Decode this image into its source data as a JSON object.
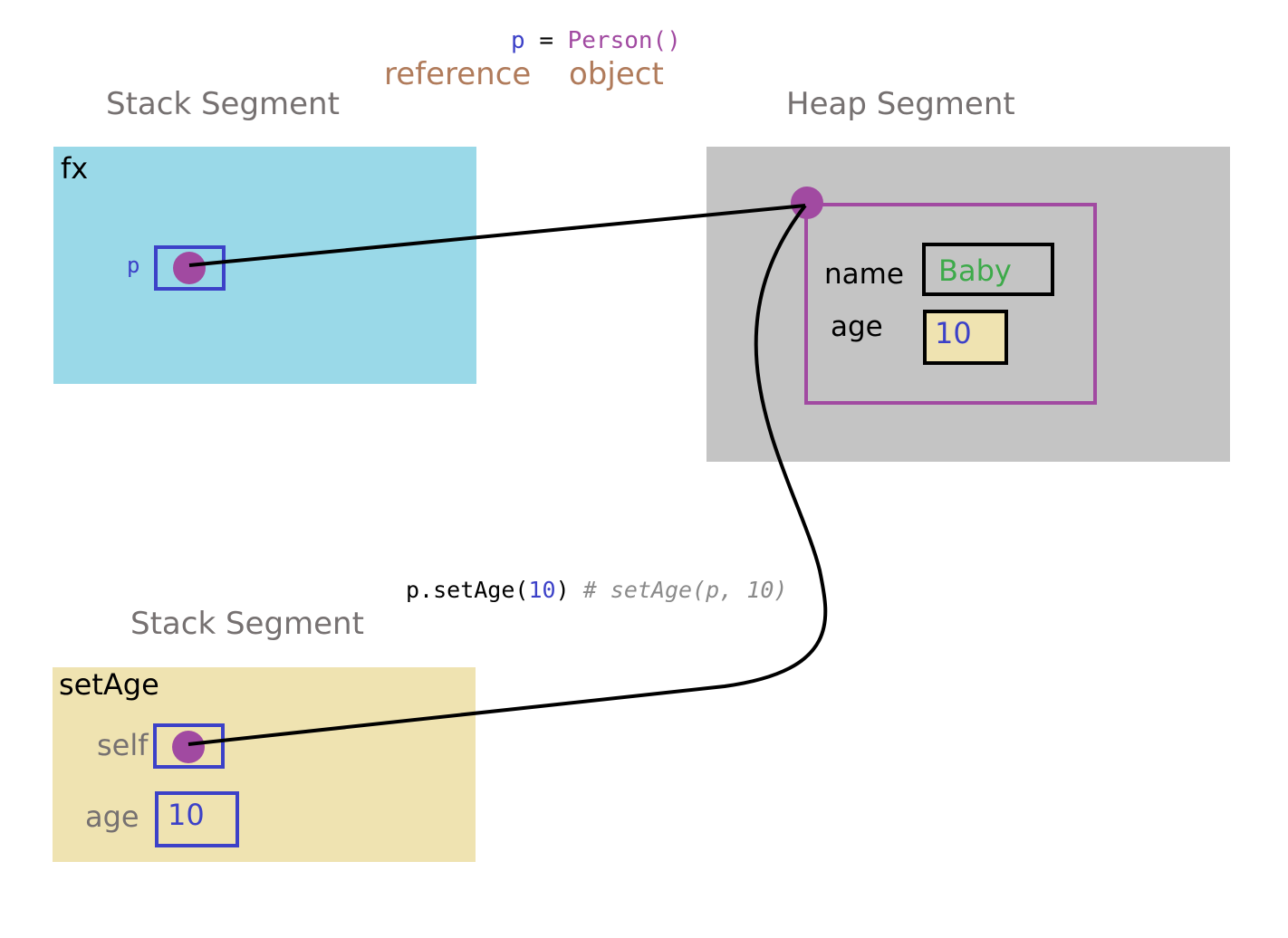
{
  "code_top": {
    "var": "p",
    "op": "=",
    "call": "Person()"
  },
  "annotations": {
    "reference": "reference",
    "object": "object"
  },
  "stack_top": {
    "title": "Stack Segment",
    "frame": "fx",
    "var_label": "p"
  },
  "heap": {
    "title": "Heap Segment",
    "fields": [
      {
        "label": "name",
        "value": "Baby"
      },
      {
        "label": "age",
        "value": "10"
      }
    ]
  },
  "call_line": {
    "code": "p.setAge(",
    "arg": "10",
    "close": ")",
    "comment": "# setAge(p, 10)"
  },
  "stack_bottom": {
    "title": "Stack Segment",
    "frame": "setAge",
    "self_label": "self",
    "age_label": "age",
    "age_value": "10"
  },
  "colors": {
    "stack_top_bg": "#9ad9e8",
    "heap_bg": "#c4c4c4",
    "stack_bottom_bg": "#efe3b1",
    "object_border": "#a14aa1",
    "reference_dot": "#a14aa1",
    "annotation": "#b07b5b",
    "name_value": "#3daa4a",
    "number_value": "#3c41c8"
  }
}
